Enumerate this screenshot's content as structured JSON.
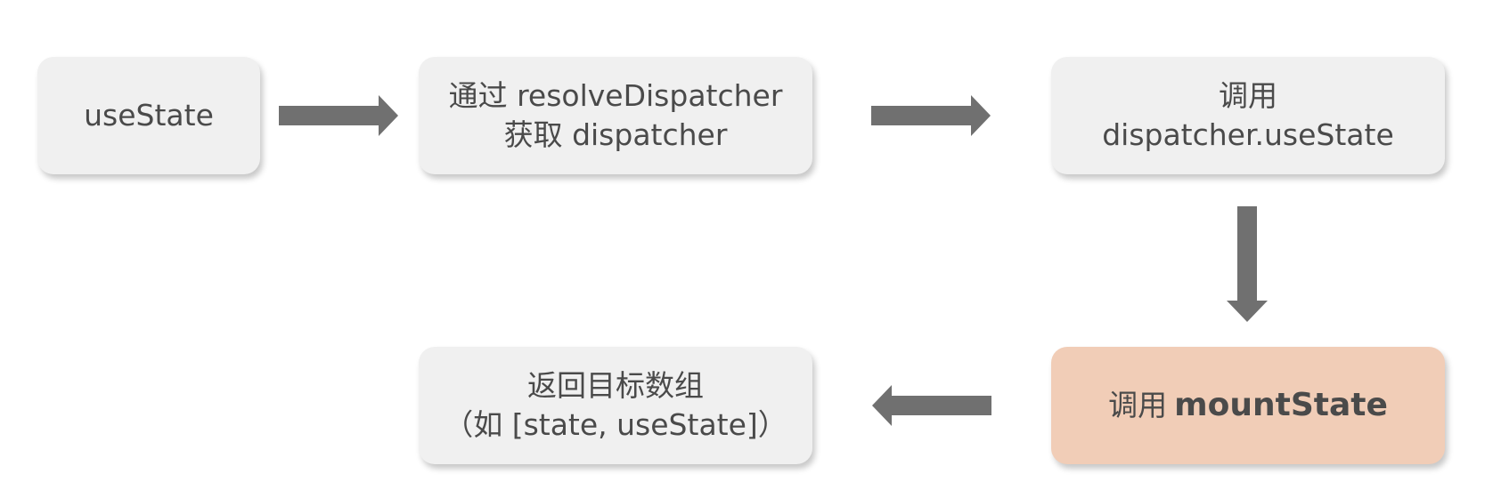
{
  "nodes": {
    "use_state": {
      "text": "useState"
    },
    "resolve": {
      "line1": "通过 resolveDispatcher",
      "line2": "获取 dispatcher"
    },
    "call_dispatcher": {
      "line1": "调用",
      "line2": "dispatcher.useState"
    },
    "mount_state": {
      "prefix": "调用",
      "emphasis": "mountState"
    },
    "return_array": {
      "line1": "返回目标数组",
      "line2": "（如 [state, useState]）"
    }
  },
  "colors": {
    "node_fill": "#f0f0f0",
    "highlight_fill": "#f1cdb7",
    "arrow": "#707070",
    "text": "#4a4a4a"
  }
}
